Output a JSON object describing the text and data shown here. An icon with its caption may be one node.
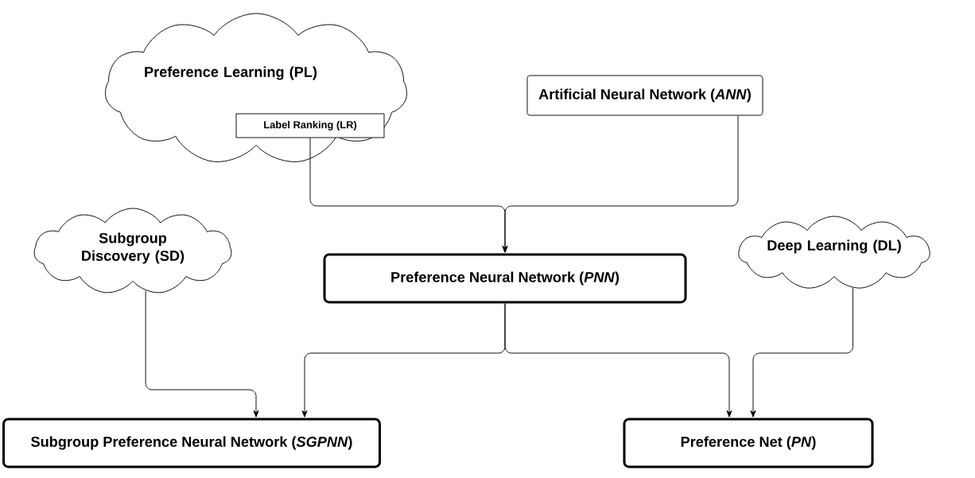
{
  "diagram": {
    "nodes": [
      {
        "text": [
          "Preference Learning (PL)"
        ]
      },
      {
        "text": [
          "Label Ranking (LR)"
        ],
        "in": 0
      },
      {
        "text": [
          "Artificial Neural Network (*ANN*)"
        ]
      },
      {
        "text": [
          "Subgroup Discovery (SD)"
        ]
      },
      {
        "text": [
          "Preference Neural Network (*PNN*)"
        ]
      },
      {
        "text": [
          "Deep Learning (DL)"
        ]
      },
      {
        "text": [
          "Subgroup Preference Neural Network (*SGPNN*)"
        ]
      },
      {
        "text": [
          "Preference Net (*PN*)"
        ]
      }
    ],
    "edges": [
      {
        "from": 1,
        "to": 4,
        "arrow": "to"
      },
      {
        "from": 2,
        "to": 4,
        "arrow": "to"
      },
      {
        "from": 3,
        "to": 6,
        "arrow": "to"
      },
      {
        "from": 4,
        "to": 6,
        "arrow": "to"
      },
      {
        "from": 4,
        "to": 7,
        "arrow": "to"
      },
      {
        "from": 5,
        "to": 7,
        "arrow": "to"
      }
    ]
  }
}
